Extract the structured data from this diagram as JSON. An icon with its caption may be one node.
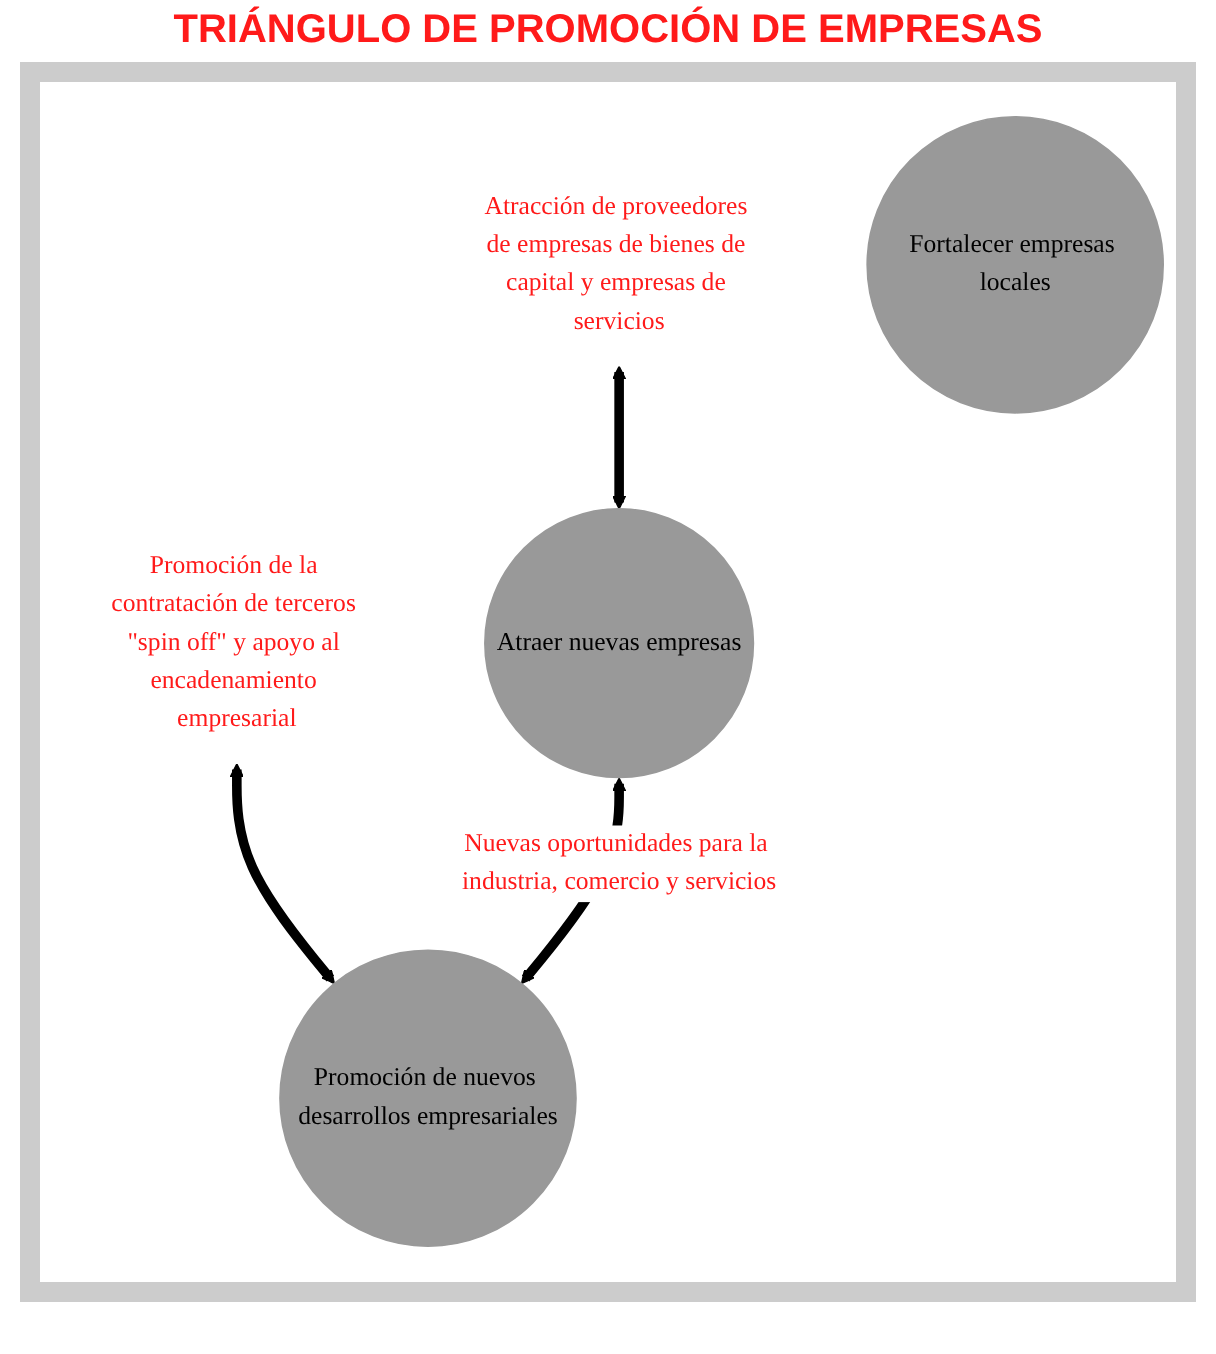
{
  "diagram": {
    "title": "TRIÁNGULO DE PROMOCIÓN DE EMPRESAS",
    "nodes": [
      {
        "text": [
          "Atracción de proveedores de empresas de bienes de capital y empresas de servicios"
        ]
      },
      {
        "text": [
          "Fortalecer empresas locales"
        ]
      },
      {
        "text": [
          "Promoción de la contratación de terceros \"spin off\" y apoyo al encadenamiento empresarial"
        ]
      },
      {
        "text": [
          "Atraer nuevas empresas"
        ]
      },
      {
        "text": [
          "Promoción de nuevos desarrollos empresariales"
        ]
      }
    ],
    "edges": [
      {
        "from": 0,
        "to": 3,
        "arrow": "both"
      },
      {
        "from": 2,
        "to": 4,
        "arrow": "both"
      },
      {
        "from": 3,
        "to": 4,
        "arrow": "both",
        "label": "Nuevas oportunidades para la industria, comercio y servicios"
      }
    ]
  }
}
